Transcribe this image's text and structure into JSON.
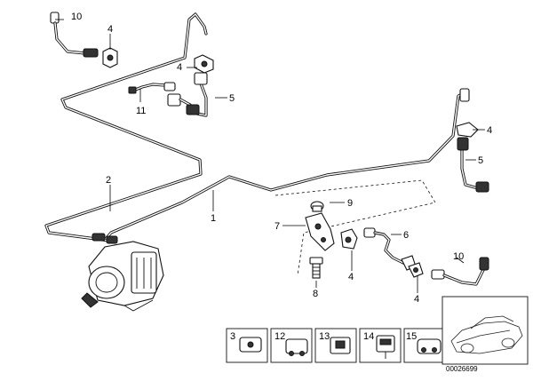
{
  "callouts": {
    "c1": "1",
    "c2": "2",
    "c4a": "4",
    "c4b": "4",
    "c4c": "4",
    "c4d": "4",
    "c4e": "4",
    "c5a": "5",
    "c5b": "5",
    "c6": "6",
    "c7": "7",
    "c8": "8",
    "c9": "9",
    "c10a": "10",
    "c10b": "10",
    "c11": "11"
  },
  "legend_parts": [
    "3",
    "12",
    "13",
    "14",
    "15"
  ],
  "diagram_id": "00026699"
}
